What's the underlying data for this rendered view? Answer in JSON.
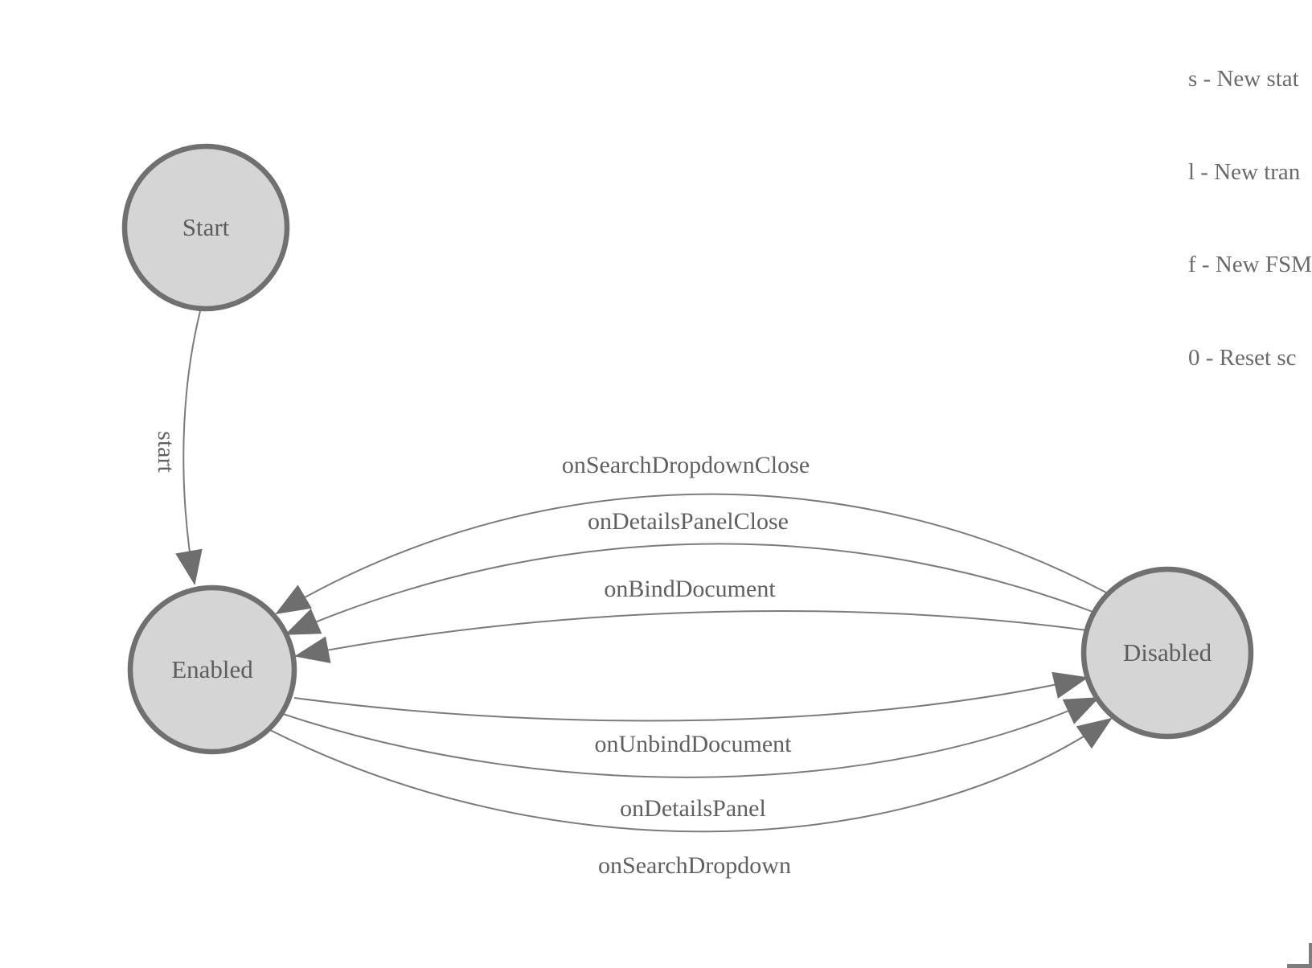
{
  "diagram": {
    "nodes": [
      {
        "id": "start",
        "label": "Start"
      },
      {
        "id": "enabled",
        "label": "Enabled"
      },
      {
        "id": "disabled",
        "label": "Disabled"
      }
    ],
    "edges": [
      {
        "from": "Start",
        "to": "Enabled",
        "label": "start"
      },
      {
        "from": "Disabled",
        "to": "Enabled",
        "label": "onSearchDropdownClose"
      },
      {
        "from": "Disabled",
        "to": "Enabled",
        "label": "onDetailsPanelClose"
      },
      {
        "from": "Disabled",
        "to": "Enabled",
        "label": "onBindDocument"
      },
      {
        "from": "Enabled",
        "to": "Disabled",
        "label": "onUnbindDocument"
      },
      {
        "from": "Enabled",
        "to": "Disabled",
        "label": "onDetailsPanel"
      },
      {
        "from": "Enabled",
        "to": "Disabled",
        "label": "onSearchDropdown"
      }
    ]
  },
  "legend": {
    "lines": [
      "s - New stat",
      "l - New tran",
      "f - New FSM",
      "0 - Reset sc"
    ]
  },
  "colors": {
    "node_fill": "#d5d5d5",
    "node_border": "#707070",
    "node_text": "#5d5d5d",
    "edge_line": "#7b7b7b",
    "arrowhead": "#6e6e6e",
    "edge_text": "#606060",
    "legend_text": "#6a6a6a",
    "background": "#ffffff"
  }
}
